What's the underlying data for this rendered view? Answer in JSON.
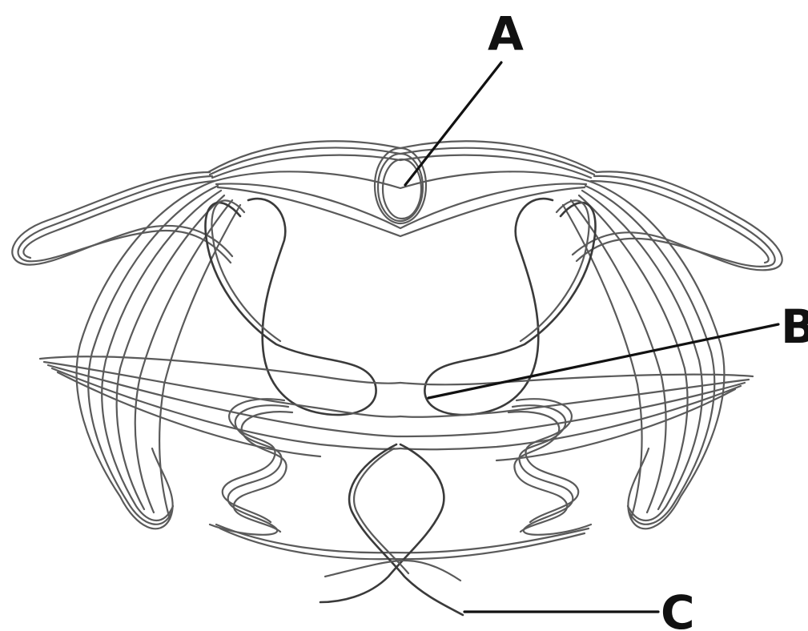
{
  "labels": {
    "a": "A",
    "b": "B",
    "c": "C"
  },
  "colors": {
    "strand": "#5a5a5a",
    "strand_dark": "#3a3a3a",
    "label": "#111111",
    "background": "#ffffff"
  }
}
